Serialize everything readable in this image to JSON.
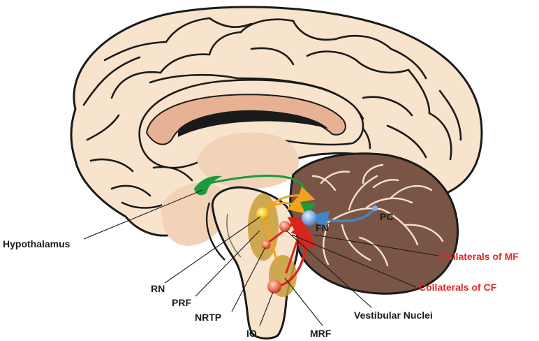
{
  "labels": {
    "hypothalamus": "Hypothalamus",
    "rn": "RN",
    "prf": "PRF",
    "nrtp": "NRTP",
    "io": "IO",
    "mrf": "MRF",
    "vestibular_nuclei": "Vestibular Nuclei",
    "collaterals_cf": "Collaterals of CF",
    "collaterals_mf": "Collaterals of MF",
    "fn": "FN",
    "pc": "PC"
  },
  "colors": {
    "cortex": "#f8e4cc",
    "outline": "#1a1a1a",
    "corpus_callosum": "#e7b294",
    "thalamus": "#f2d3b8",
    "cerebellum": "#7a5546",
    "brainstem_nuclei": "#c79e3a",
    "red_arrow": "#d7261e",
    "orange_arrow": "#f2a31b",
    "green_arrow": "#1e9a3c",
    "blue_arrow": "#3f86c6",
    "highlight_label": "#e52620"
  }
}
